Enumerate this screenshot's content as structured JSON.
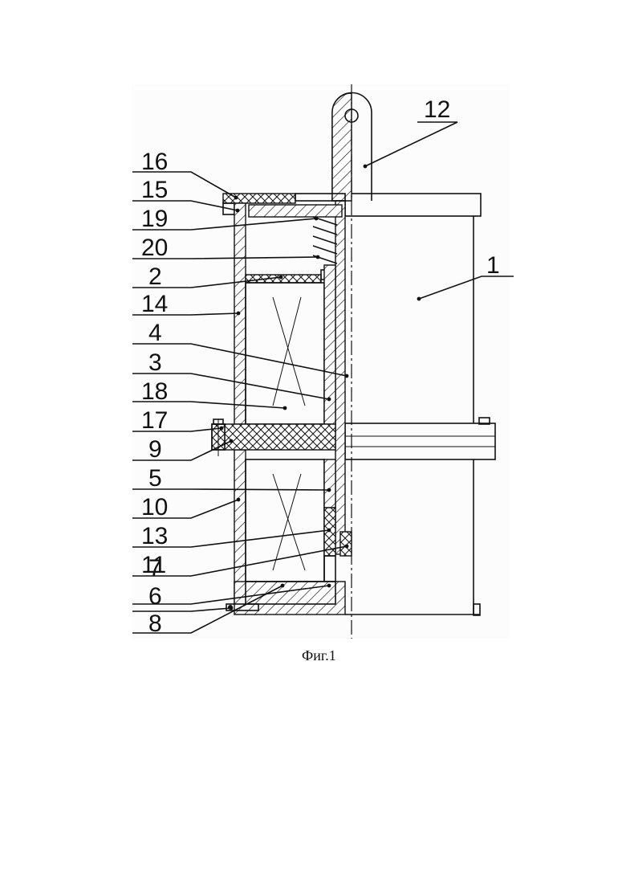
{
  "labels": {
    "l1": "1",
    "l2": "2",
    "l3": "3",
    "l4": "4",
    "l5": "5",
    "l6": "6",
    "l7": "7",
    "l8": "8",
    "l9": "9",
    "l10": "10",
    "l11": "11",
    "l12": "12",
    "l13": "13",
    "l14": "14",
    "l15": "15",
    "l16": "16",
    "l17": "17",
    "l18": "18",
    "l19": "19",
    "l20": "20"
  },
  "caption": "Фиг.1"
}
